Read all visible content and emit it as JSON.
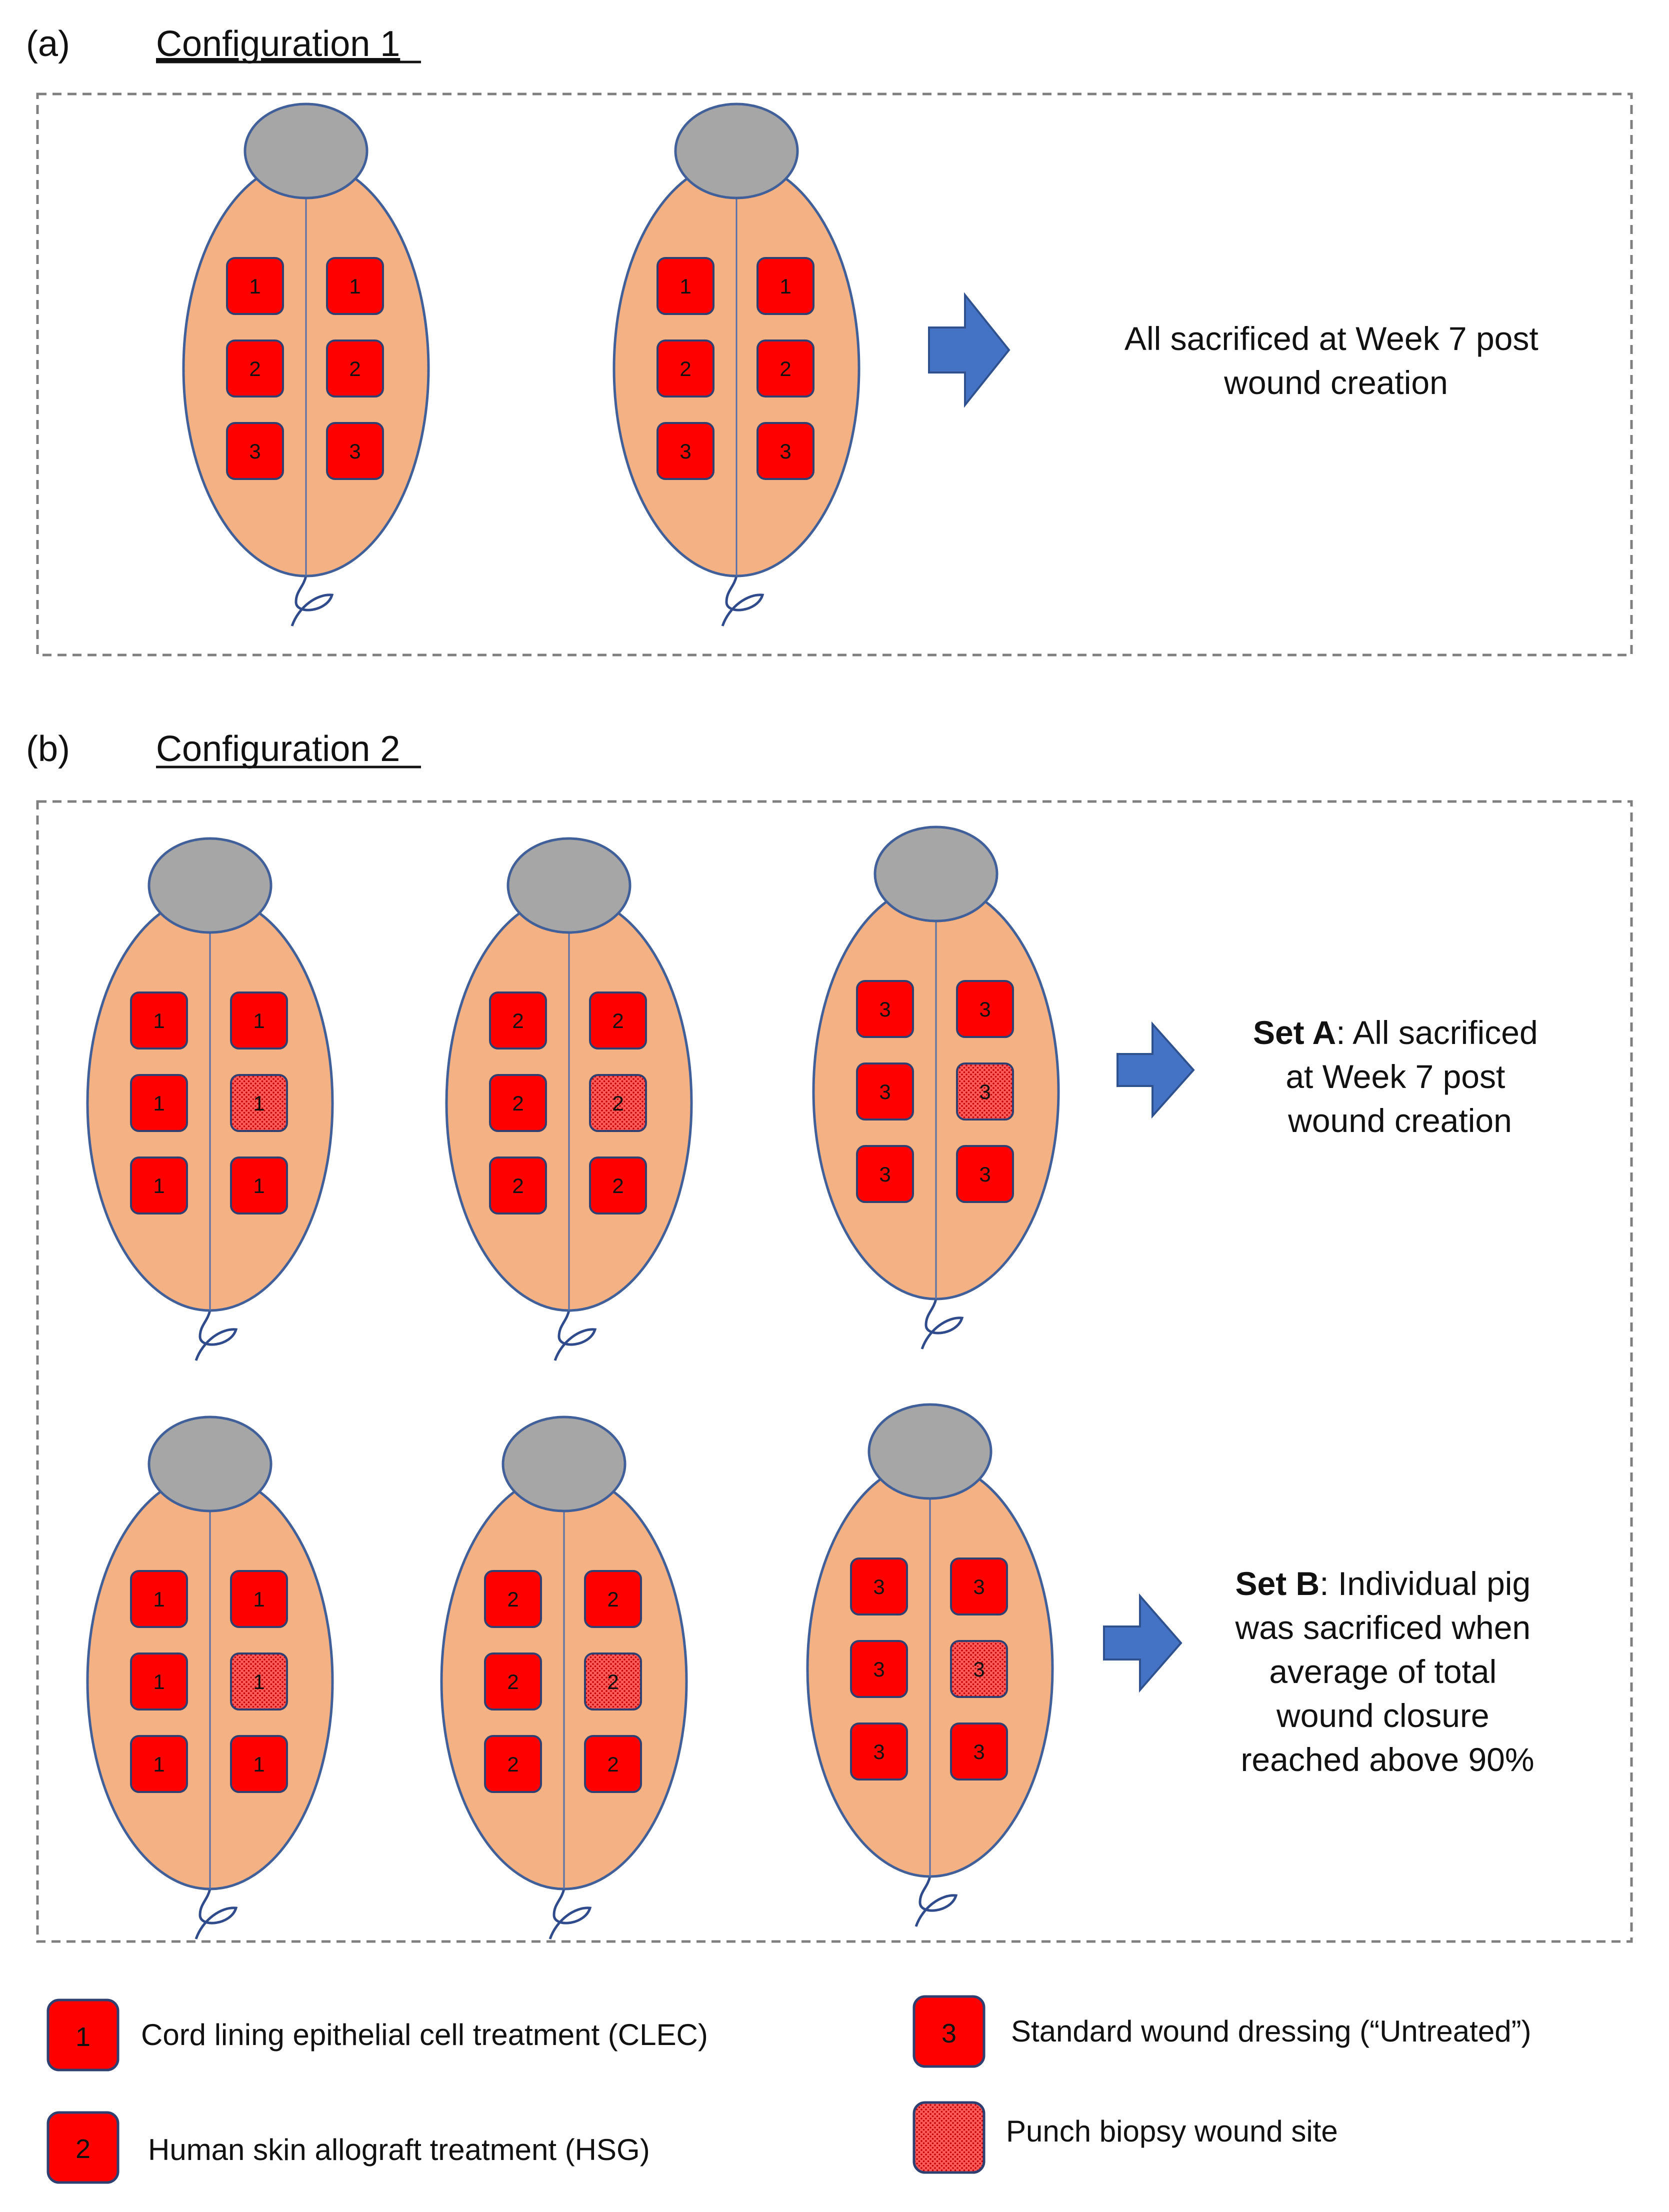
{
  "colors": {
    "body": "#f4b183",
    "body_stroke": "#41609a",
    "head": "#a6a6a6",
    "head_stroke": "#41609a",
    "wound": "#ff0000",
    "wound_stroke": "#2e3f72",
    "arrow": "#4472c4",
    "arrow_stroke": "#2f528f",
    "dash_box": "#7f7f7f",
    "tail": "#2f4b8c",
    "spine": "#5470a8"
  },
  "panel_a": {
    "tag": "(a)",
    "title": "Configuration 1",
    "pigs": [
      {
        "wounds": [
          [
            "1",
            "1"
          ],
          [
            "2",
            "2"
          ],
          [
            "3",
            "3"
          ]
        ],
        "biopsy": []
      },
      {
        "wounds": [
          [
            "1",
            "1"
          ],
          [
            "2",
            "2"
          ],
          [
            "3",
            "3"
          ]
        ],
        "biopsy": []
      }
    ],
    "note_lines": [
      "All sacrificed at Week 7 post",
      "wound creation"
    ]
  },
  "panel_b": {
    "tag": "(b)",
    "title": "Configuration 2",
    "set_a": {
      "pigs": [
        {
          "wounds": [
            [
              "1",
              "1"
            ],
            [
              "1",
              "1"
            ],
            [
              "1",
              "1"
            ]
          ],
          "biopsy": [
            [
              1,
              1
            ]
          ]
        },
        {
          "wounds": [
            [
              "2",
              "2"
            ],
            [
              "2",
              "2"
            ],
            [
              "2",
              "2"
            ]
          ],
          "biopsy": [
            [
              1,
              1
            ]
          ]
        },
        {
          "wounds": [
            [
              "3",
              "3"
            ],
            [
              "3",
              "3"
            ],
            [
              "3",
              "3"
            ]
          ],
          "biopsy": [
            [
              1,
              1
            ]
          ]
        }
      ],
      "note_bold": "Set A",
      "note_rest": ": All sacrificed",
      "note_lines": [
        "at Week 7 post",
        "wound creation"
      ]
    },
    "set_b": {
      "pigs": [
        {
          "wounds": [
            [
              "1",
              "1"
            ],
            [
              "1",
              "1"
            ],
            [
              "1",
              "1"
            ]
          ],
          "biopsy": [
            [
              1,
              1
            ]
          ]
        },
        {
          "wounds": [
            [
              "2",
              "2"
            ],
            [
              "2",
              "2"
            ],
            [
              "2",
              "2"
            ]
          ],
          "biopsy": [
            [
              1,
              1
            ]
          ]
        },
        {
          "wounds": [
            [
              "3",
              "3"
            ],
            [
              "3",
              "3"
            ],
            [
              "3",
              "3"
            ]
          ],
          "biopsy": [
            [
              1,
              1
            ]
          ]
        }
      ],
      "note_bold": "Set B",
      "note_rest": ": Individual pig",
      "note_lines": [
        "was sacrificed when",
        "average of total",
        "wound closure",
        "reached above 90%"
      ]
    }
  },
  "legend": [
    {
      "key": "1",
      "label": "Cord lining epithelial cell treatment (CLEC)",
      "kind": "solid"
    },
    {
      "key": "2",
      "label": "Human skin allograft treatment (HSG)",
      "kind": "solid"
    },
    {
      "key": "3",
      "label": "Standard wound dressing (“Untreated”)",
      "kind": "solid"
    },
    {
      "key": "",
      "label": "Punch biopsy wound site",
      "kind": "biopsy"
    }
  ]
}
